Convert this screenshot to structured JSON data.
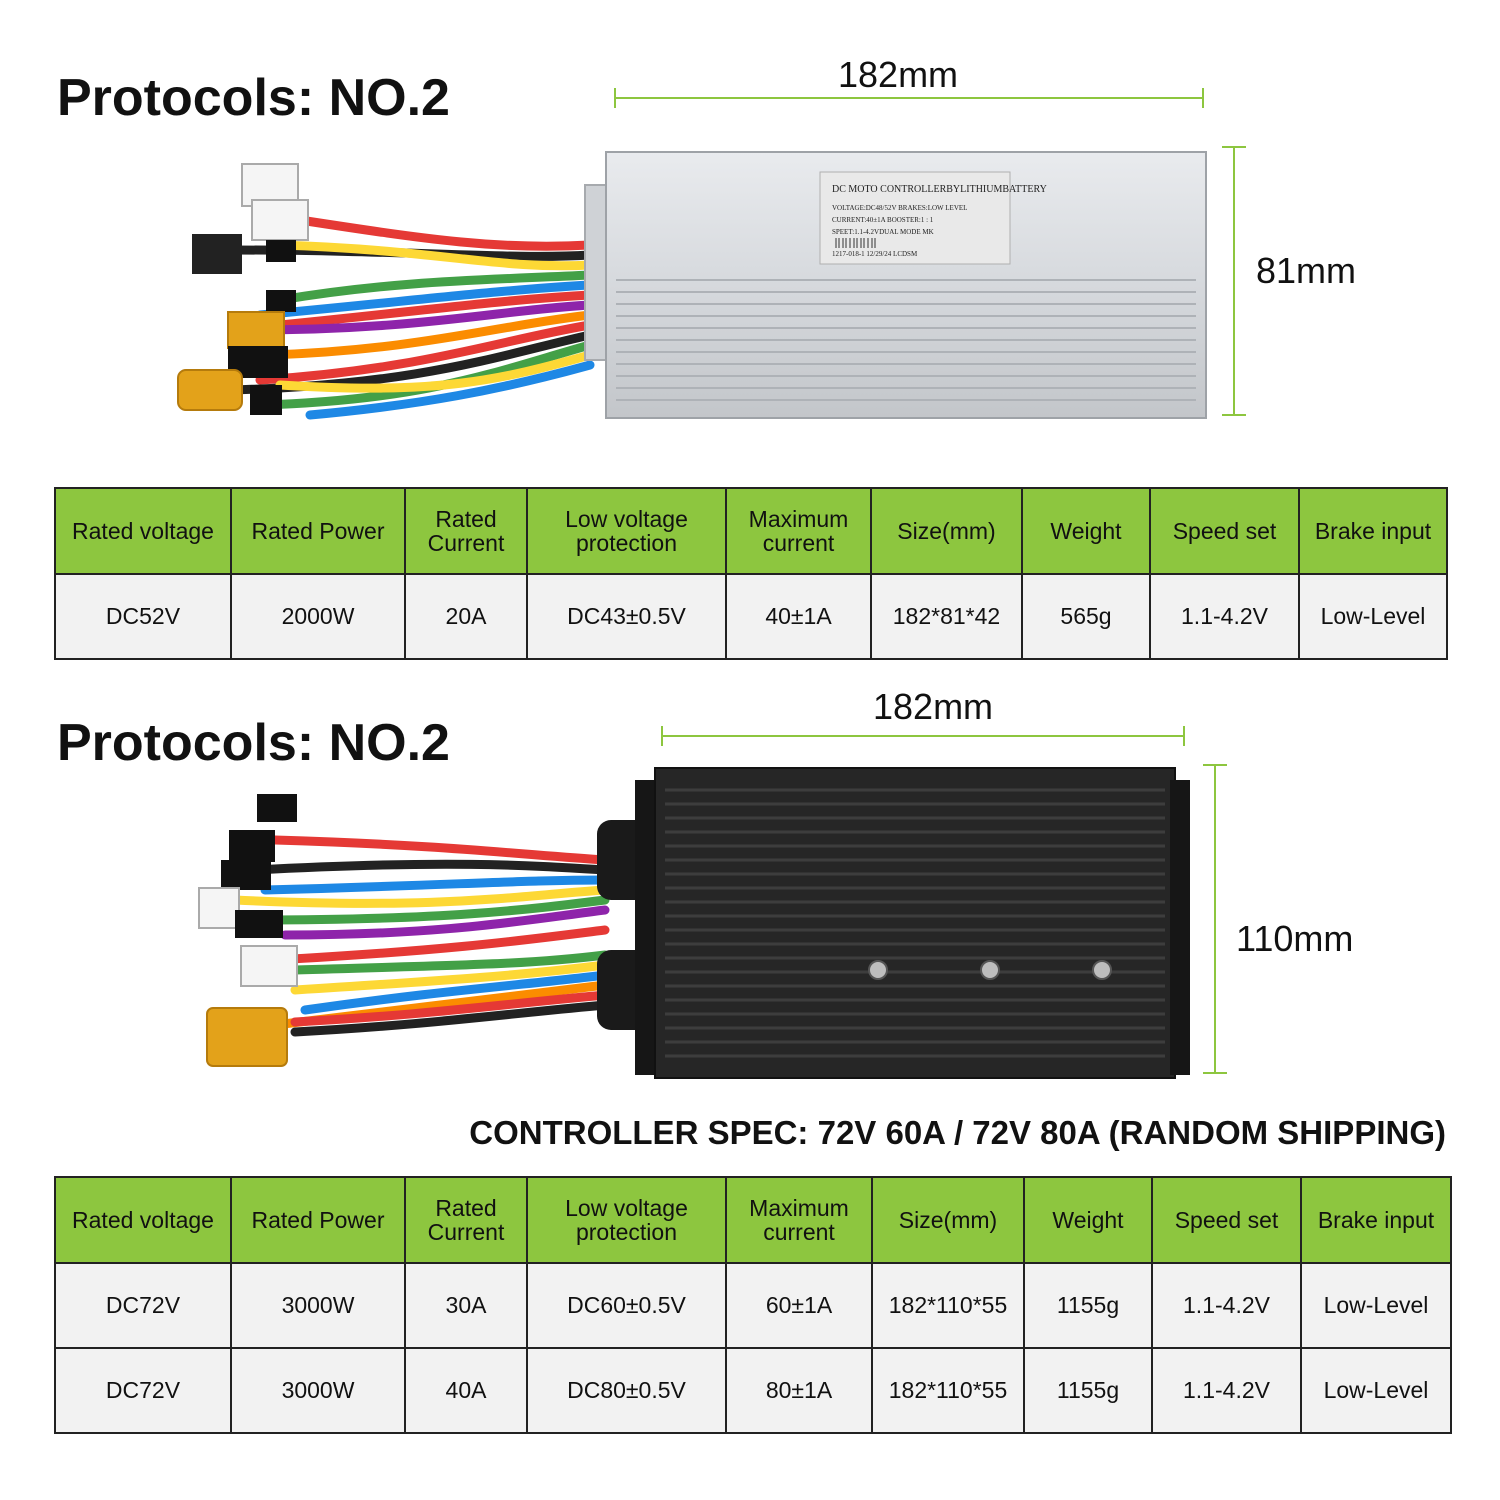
{
  "section1": {
    "heading": "Protocols: NO.2",
    "width_label": "182mm",
    "height_label": "81mm",
    "label_text": {
      "title": "DC MOTO CONTROLLERBYLITHIUMBATTERY",
      "line1": "VOLTAGE:DC48/52V   BRAKES:LOW LEVEL",
      "line2": "CURRENT:40±1A      BOOSTER:1 : 1",
      "line3": "SPEET:1.1-4.2VDUAL MODE          MK",
      "line4": "1217-018-1      12/29/24      LCDSM"
    },
    "table": {
      "headers": [
        "Rated voltage",
        "Rated Power",
        "Rated Current",
        "Low voltage protection",
        "Maximum current",
        "Size(mm)",
        "Weight",
        "Speed set",
        "Brake input"
      ],
      "rows": [
        [
          "DC52V",
          "2000W",
          "20A",
          "DC43±0.5V",
          "40±1A",
          "182*81*42",
          "565g",
          "1.1-4.2V",
          "Low-Level"
        ]
      ]
    }
  },
  "section2": {
    "heading": "Protocols: NO.2",
    "width_label": "182mm",
    "height_label": "110mm",
    "spec_title": "CONTROLLER SPEC: 72V 60A / 72V 80A (RANDOM SHIPPING)",
    "table": {
      "headers": [
        "Rated voltage",
        "Rated Power",
        "Rated Current",
        "Low voltage protection",
        "Maximum current",
        "Size(mm)",
        "Weight",
        "Speed set",
        "Brake input"
      ],
      "rows": [
        [
          "DC72V",
          "3000W",
          "30A",
          "DC60±0.5V",
          "60±1A",
          "182*110*55",
          "1155g",
          "1.1-4.2V",
          "Low-Level"
        ],
        [
          "DC72V",
          "3000W",
          "40A",
          "DC80±0.5V",
          "80±1A",
          "182*110*55",
          "1155g",
          "1.1-4.2V",
          "Low-Level"
        ]
      ]
    }
  },
  "colors": {
    "accent_green": "#8dc63f",
    "cell_gray": "#f2f2f2",
    "border": "#222222"
  }
}
